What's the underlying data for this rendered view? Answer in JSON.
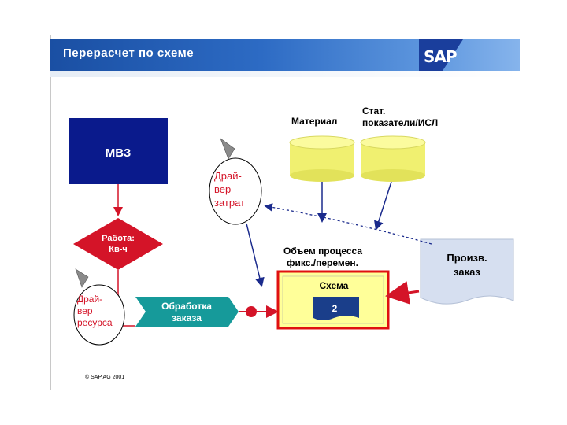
{
  "slide": {
    "title": "Перерасчет по схеме",
    "logo": "SAP",
    "copyright": "© SAP AG 2001"
  },
  "diagram": {
    "cost_center": "МВЗ",
    "activity_line1": "Работа:",
    "activity_line2": "Кв-ч",
    "cost_driver": [
      "Драй-",
      "вер",
      "затрат"
    ],
    "resource_driver": [
      "Драй-",
      "вер",
      "ресурса"
    ],
    "order_processing_line1": "Обработка",
    "order_processing_line2": "заказа",
    "material_label": "Материал",
    "stat_label_line1": "Стат.",
    "stat_label_line2": "показатели/ИСЛ",
    "process_volume_line1": "Объем процесса",
    "process_volume_line2": "фикс./перемен.",
    "scheme_label": "Схема",
    "scheme_number": "2",
    "production_order_line1": "Произв.",
    "production_order_line2": "заказ"
  },
  "colors": {
    "header_blue": "#1a4fa3",
    "cost_center_fill": "#0a1a8c",
    "activity_fill": "#d41428",
    "teal": "#169a9a",
    "cylinder_yellow": "#f0f070",
    "scheme_fill": "#ffff99",
    "scheme_border": "#e01010",
    "doc_fill": "#d6dff0",
    "arrow_blue": "#1a2a8c",
    "arrow_red": "#d41428"
  }
}
